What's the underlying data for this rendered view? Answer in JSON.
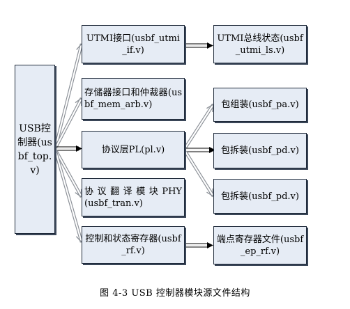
{
  "diagram": {
    "root": {
      "label": "USB控制器(usbf_top.v)"
    },
    "modules": [
      {
        "key": "utmi_if",
        "label": "UTMI接口(usbf_utmi_if.v)"
      },
      {
        "key": "mem_arb",
        "label": "存储器接口和仲裁器(usbf_mem_arb.v)"
      },
      {
        "key": "pl",
        "label": "协议层PL(pl.v)"
      },
      {
        "key": "tran",
        "label": "协 议 翻 译 模 块 PHY(usbf_tran.v)"
      },
      {
        "key": "rf",
        "label": "控制和状态寄存器(usbf_rf.v)"
      }
    ],
    "submodules": [
      {
        "key": "utmi_ls",
        "label": "UTMI总线状态(usbf_utmi_ls.v)"
      },
      {
        "key": "pa",
        "label": "包组装(usbf_pa.v)"
      },
      {
        "key": "pd1",
        "label": "包拆装(usbf_pd.v)"
      },
      {
        "key": "pd2",
        "label": "包拆装(usbf_pd.v)"
      },
      {
        "key": "ep_rf",
        "label": "端点寄存器文件(usbf_ep_rf.v)"
      }
    ],
    "caption": "图 4-3 USB 控制器模块源文件结构"
  }
}
